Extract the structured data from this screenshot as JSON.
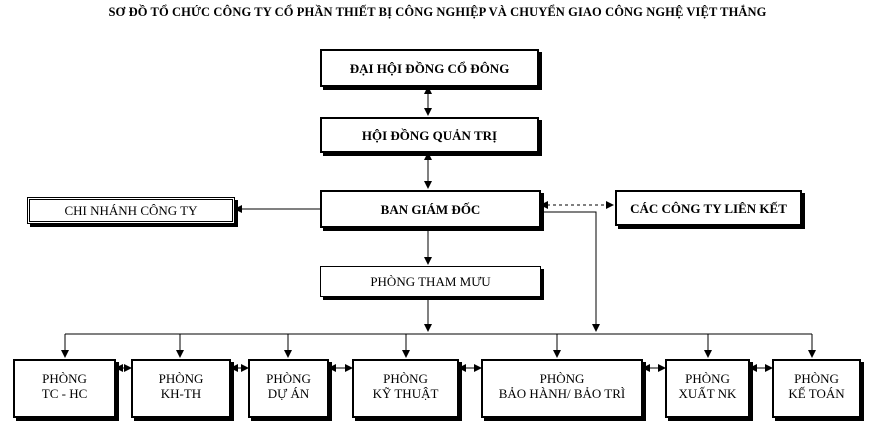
{
  "title": "SƠ ĐỒ TỔ CHỨC CÔNG TY CỔ PHẦN THIẾT BỊ CÔNG NGHIỆP VÀ CHUYỂN GIAO CÔNG NGHỆ VIỆT THẮNG",
  "nodes": {
    "shareholders": "ĐẠI HỘI ĐỒNG CỔ ĐÔNG",
    "board": "HỘI ĐỒNG QUẢN TRỊ",
    "directors": "BAN GIÁM ĐỐC",
    "branch": "CHI NHÁNH CÔNG TY",
    "affiliates": "CÁC CÔNG TY LIÊN KẾT",
    "advisory": "PHÒNG THAM MƯU"
  },
  "departments": [
    "PHÒNG\nTC -  HC",
    "PHÒNG\nKH-TH",
    "PHÒNG\nDỰ ÁN",
    "PHÒNG\nKỸ THUẬT",
    "PHÒNG\nBẢO HÀNH/ BẢO TRÌ",
    "PHÒNG\nXUẤT NK",
    "PHÒNG\nKẾ TOÁN"
  ]
}
